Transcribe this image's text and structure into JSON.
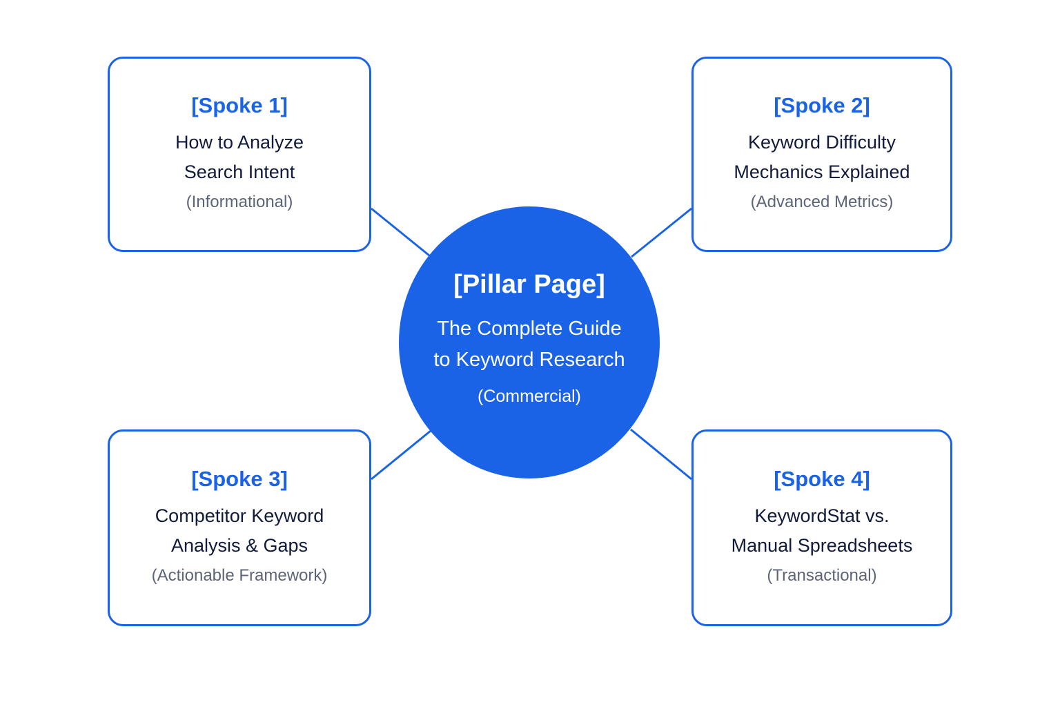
{
  "theme": {
    "accent": "#1a63e6",
    "title_text": "#111a3a",
    "subtitle_text": "#5d6478",
    "background": "#ffffff"
  },
  "pillar": {
    "tag": "[Pillar Page]",
    "title": "The Complete Guide\nto Keyword Research",
    "subtitle": "(Commercial)"
  },
  "spokes": [
    {
      "tag": "[Spoke 1]",
      "title": "How to Analyze\nSearch Intent",
      "subtitle": "(Informational)"
    },
    {
      "tag": "[Spoke 2]",
      "title": "Keyword Difficulty\nMechanics Explained",
      "subtitle": "(Advanced Metrics)"
    },
    {
      "tag": "[Spoke 3]",
      "title": "Competitor Keyword\nAnalysis & Gaps",
      "subtitle": "(Actionable Framework)"
    },
    {
      "tag": "[Spoke 4]",
      "title": "KeywordStat vs.\nManual Spreadsheets",
      "subtitle": "(Transactional)"
    }
  ]
}
